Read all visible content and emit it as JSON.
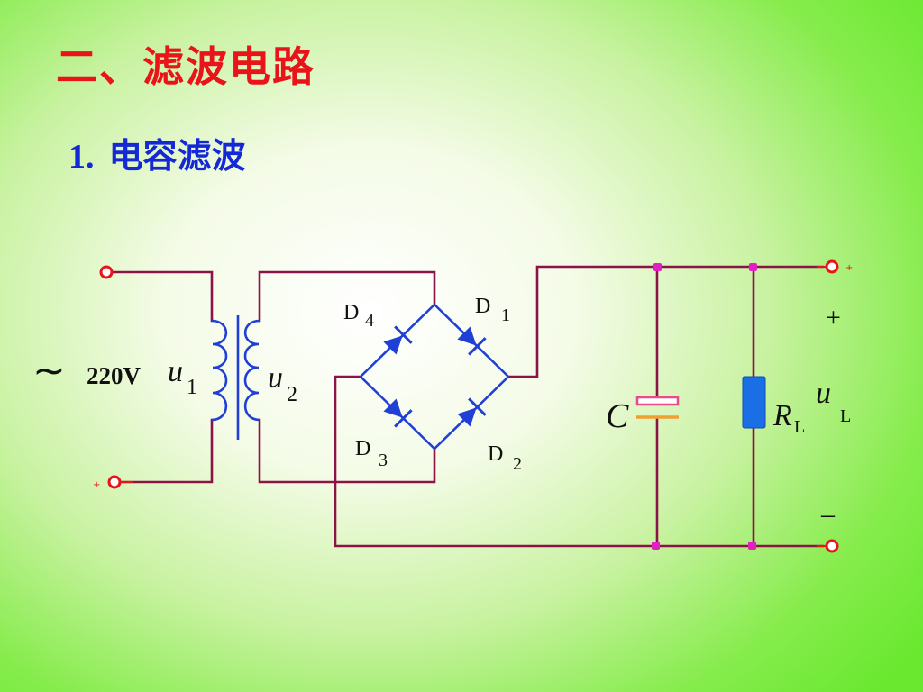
{
  "header": {
    "title": "二、滤波电路",
    "subtitle_number": "1.",
    "subtitle_text": "电容滤波"
  },
  "circuit": {
    "source_symbol": "~",
    "source_voltage": "220V",
    "primary_voltage": {
      "main": "u",
      "sub": "1"
    },
    "secondary_voltage": {
      "main": "u",
      "sub": "2"
    },
    "diodes": [
      {
        "main": "D",
        "sub": "4"
      },
      {
        "main": "D",
        "sub": "1"
      },
      {
        "main": "D",
        "sub": "3"
      },
      {
        "main": "D",
        "sub": "2"
      }
    ],
    "capacitor": "C",
    "resistor": {
      "main": "R",
      "sub": "L"
    },
    "output_voltage": {
      "main": "u",
      "sub": "L"
    },
    "plus_sign": "+",
    "minus_sign": "–",
    "tiny_plus": "+"
  },
  "colors": {
    "title": "#e8141a",
    "subtitle": "#1428d6",
    "wire": "#8a1448",
    "terminal": "#e8141a",
    "coil": "#1f3fd6",
    "diode": "#1f3fd6",
    "resistor": "#1a6fe6",
    "capacitor_top": "#e84a8a",
    "capacitor_bottom": "#f0a030",
    "node": "#e020c0"
  }
}
